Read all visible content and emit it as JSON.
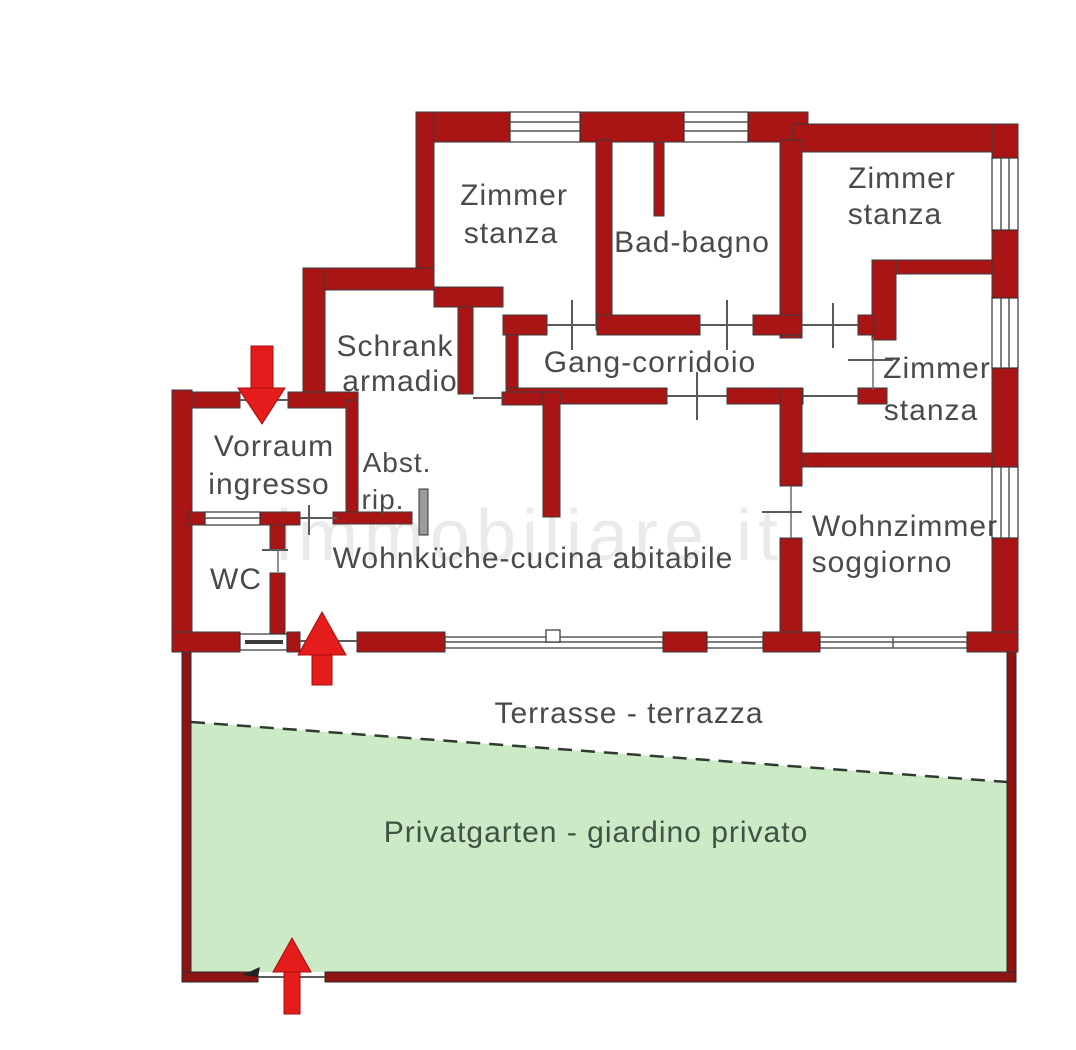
{
  "plan_title": "apartment-floor-plan",
  "watermark": "immobiliare.it",
  "colors": {
    "wall": "#a91515",
    "wall_dark": "#8e1313",
    "arrow": "#e41c1c",
    "garden": "#cdeac6",
    "text": "#4a4a4a",
    "garden_text": "#3f5243"
  },
  "rooms": {
    "zimmer_tl": {
      "line1": "Zimmer",
      "line2": "stanza"
    },
    "bad": {
      "line1": "Bad-bagno"
    },
    "zimmer_tr": {
      "line1": "Zimmer",
      "line2": "stanza"
    },
    "schrank": {
      "line1": "Schrank",
      "line2": "armadio"
    },
    "gang": {
      "line1": "Gang-corridoio"
    },
    "zimmer_mr": {
      "line1": "Zimmer",
      "line2": "stanza"
    },
    "vorraum": {
      "line1": "Vorraum",
      "line2": "ingresso"
    },
    "abst": {
      "line1": "Abst.",
      "line2": "rip."
    },
    "wc": {
      "line1": "WC"
    },
    "wohnkueche": {
      "line1": "Wohnküche-cucina abitabile"
    },
    "wohnzimmer": {
      "line1": "Wohnzimmer",
      "line2": "soggiorno"
    },
    "terrasse": {
      "line1": "Terrasse - terrazza"
    },
    "privatgarten": {
      "line1": "Privatgarten - giardino privato"
    }
  }
}
